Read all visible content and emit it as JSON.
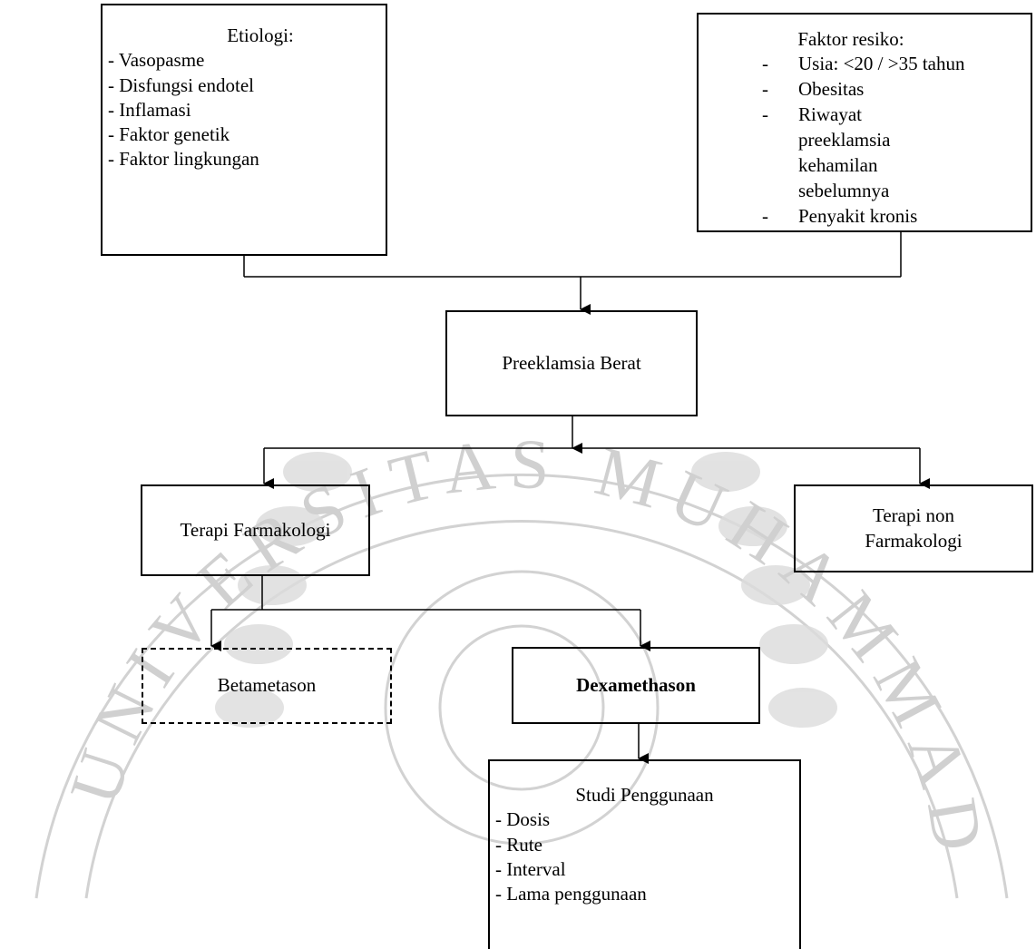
{
  "watermark": {
    "arc_text": "UNIVERSITAS MUHAMMADIYAH",
    "color": "#c9c9c9"
  },
  "boxes": {
    "etiologi": {
      "title": "Etiologi:",
      "items": [
        "- Vasopasme",
        "- Disfungsi endotel",
        "- Inflamasi",
        "- Faktor genetik",
        "- Faktor lingkungan"
      ]
    },
    "faktor_resiko": {
      "title": "Faktor resiko:",
      "items": [
        {
          "dash": "-",
          "text": "Usia: <20 / >35 tahun"
        },
        {
          "dash": "-",
          "text": "Obesitas"
        },
        {
          "dash": "-",
          "text": "Riwayat preeklamsia kehamilan sebelumnya"
        },
        {
          "dash": "-",
          "text": "Penyakit kronis"
        }
      ]
    },
    "preeklamsia": {
      "label": "Preeklamsia Berat"
    },
    "terapi_farmakologi": {
      "label": "Terapi Farmakologi"
    },
    "terapi_non_farmakologi": {
      "label": "Terapi non Farmakologi"
    },
    "betametason": {
      "label": "Betametason"
    },
    "dexamethason": {
      "label": "Dexamethason"
    },
    "studi": {
      "title": "Studi Penggunaan",
      "items": [
        "- Dosis",
        "- Rute",
        "- Interval",
        "- Lama penggunaan"
      ]
    }
  }
}
